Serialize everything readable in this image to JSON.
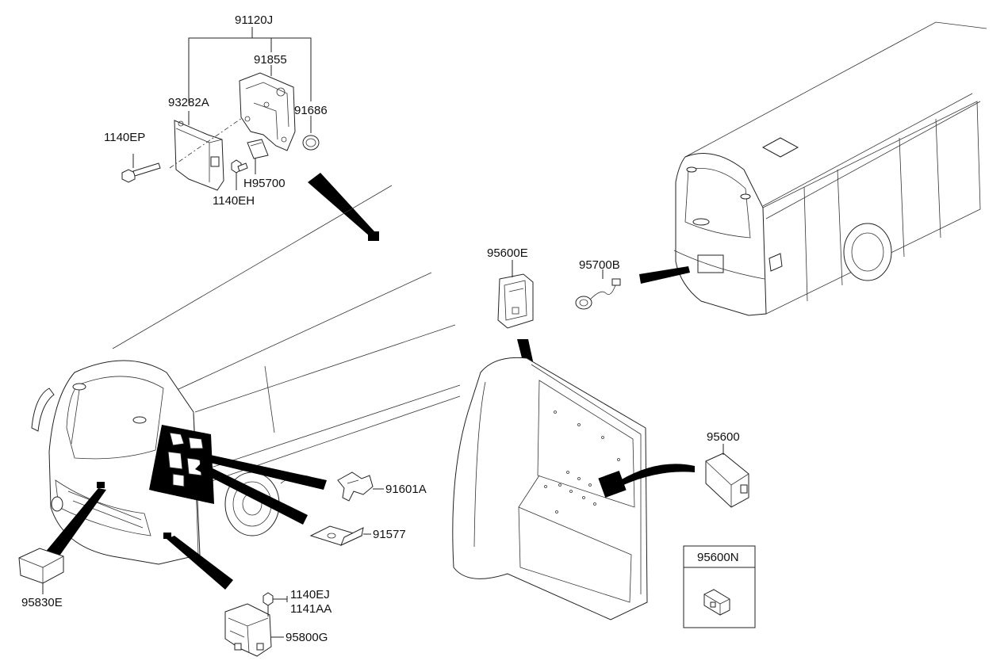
{
  "callouts": {
    "p91120J": "91120J",
    "p93282A": "93282A",
    "p91855": "91855",
    "p91686": "91686",
    "p1140EP": "1140EP",
    "pH95700": "H95700",
    "p1140EH": "1140EH",
    "p95600E": "95600E",
    "p95700B": "95700B",
    "p95600": "95600",
    "p91601A": "91601A",
    "p91577": "91577",
    "p95600N": "95600N",
    "p95830E": "95830E",
    "p1140EJ": "1140EJ",
    "p1141AA": "1141AA",
    "p95800G": "95800G"
  },
  "colors": {
    "line": "#222222",
    "fill": "#ffffff",
    "accent": "#000000"
  }
}
